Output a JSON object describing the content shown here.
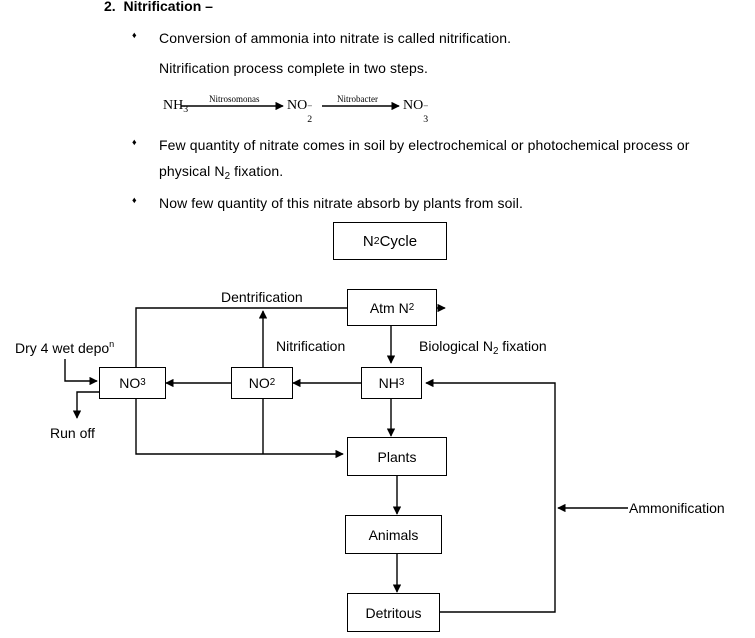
{
  "section": {
    "number": "2.",
    "title": "Nitrification –"
  },
  "paragraphs": {
    "p1": "Conversion of ammonia into nitrate is called nitrification.",
    "p2": "Nitrification process complete in two steps.",
    "p3a": "Few quantity of nitrate comes in soil by electrochemical or photochemical process or",
    "p3b_before": "physical N",
    "p3b_sub": "2",
    "p3b_after": " fixation.",
    "p4": "Now few quantity of this nitrate absorb by plants from soil."
  },
  "bullet_symbol": "♦",
  "equation": {
    "reactant": "NH",
    "reactant_sub": "3",
    "enzyme1": "Nitrosomonas",
    "intermediate": "NO",
    "intermediate_sub": "2",
    "intermediate_sup": "−",
    "enzyme2": "Nitrobacter",
    "product": "NO",
    "product_sub": "3",
    "product_sup": "−"
  },
  "diagram": {
    "title": "N",
    "title_sub": "2",
    "title_after": " Cycle",
    "boxes": {
      "atm": {
        "text": "Atm N",
        "sub": "2"
      },
      "nh3": {
        "text": "NH",
        "sub": "3"
      },
      "no2": {
        "text": "NO",
        "sub": "2"
      },
      "no3": {
        "text": "NO",
        "sub": "3"
      },
      "plants": "Plants",
      "animals": "Animals",
      "detritous": "Detritous"
    },
    "labels": {
      "denitrification": "Dentrification",
      "nitrification": "Nitrification",
      "biological_before": "Biological N",
      "biological_sub": "2",
      "biological_after": " fixation",
      "dry_wet": "Dry 4 wet depo",
      "dry_wet_sup": "n",
      "run_off": "Run off",
      "ammonification": "Ammonification"
    }
  }
}
